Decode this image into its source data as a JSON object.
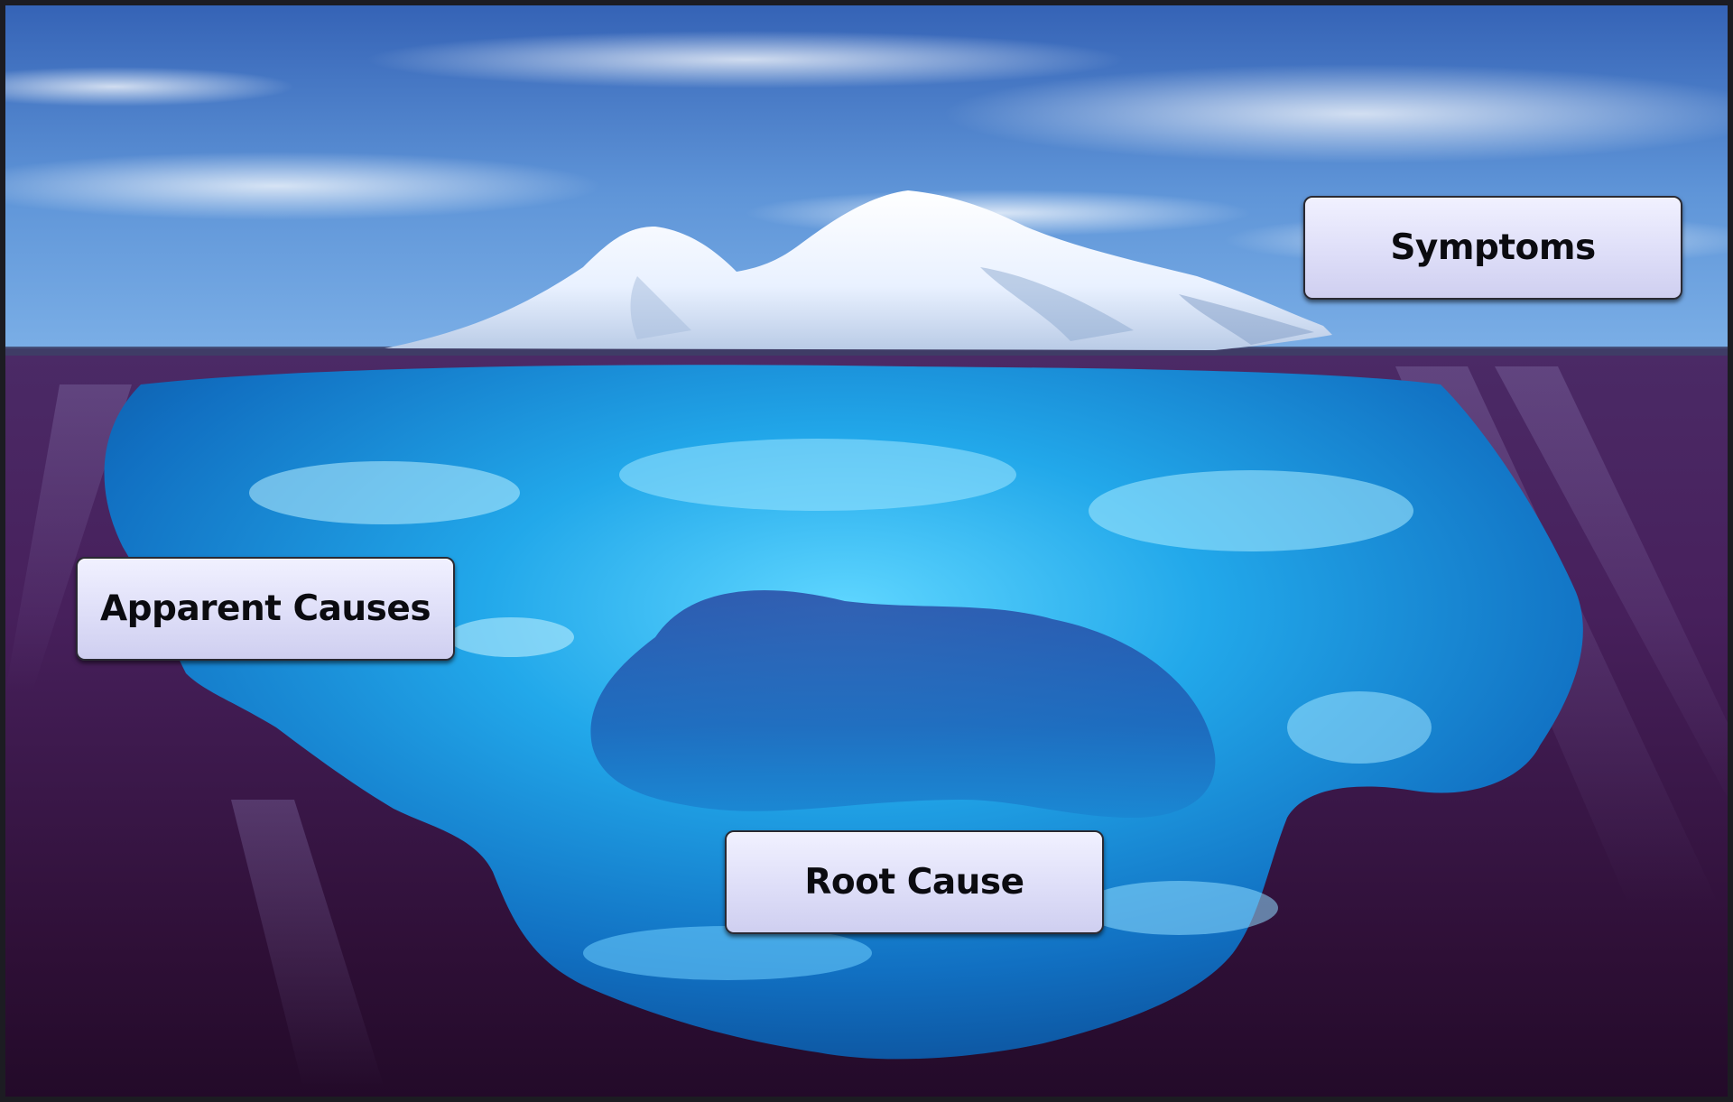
{
  "diagram": {
    "labels": {
      "symptoms": "Symptoms",
      "apparent_causes": "Apparent Causes",
      "root_cause": "Root Cause"
    }
  },
  "colors": {
    "sky_top": "#3d73c4",
    "sky_bottom": "#6fa3df",
    "deep_water": "#3a1540",
    "ice_above": "#f4f8ff",
    "ice_below": "#1f9fe0",
    "label_fill": "#dedef8"
  }
}
